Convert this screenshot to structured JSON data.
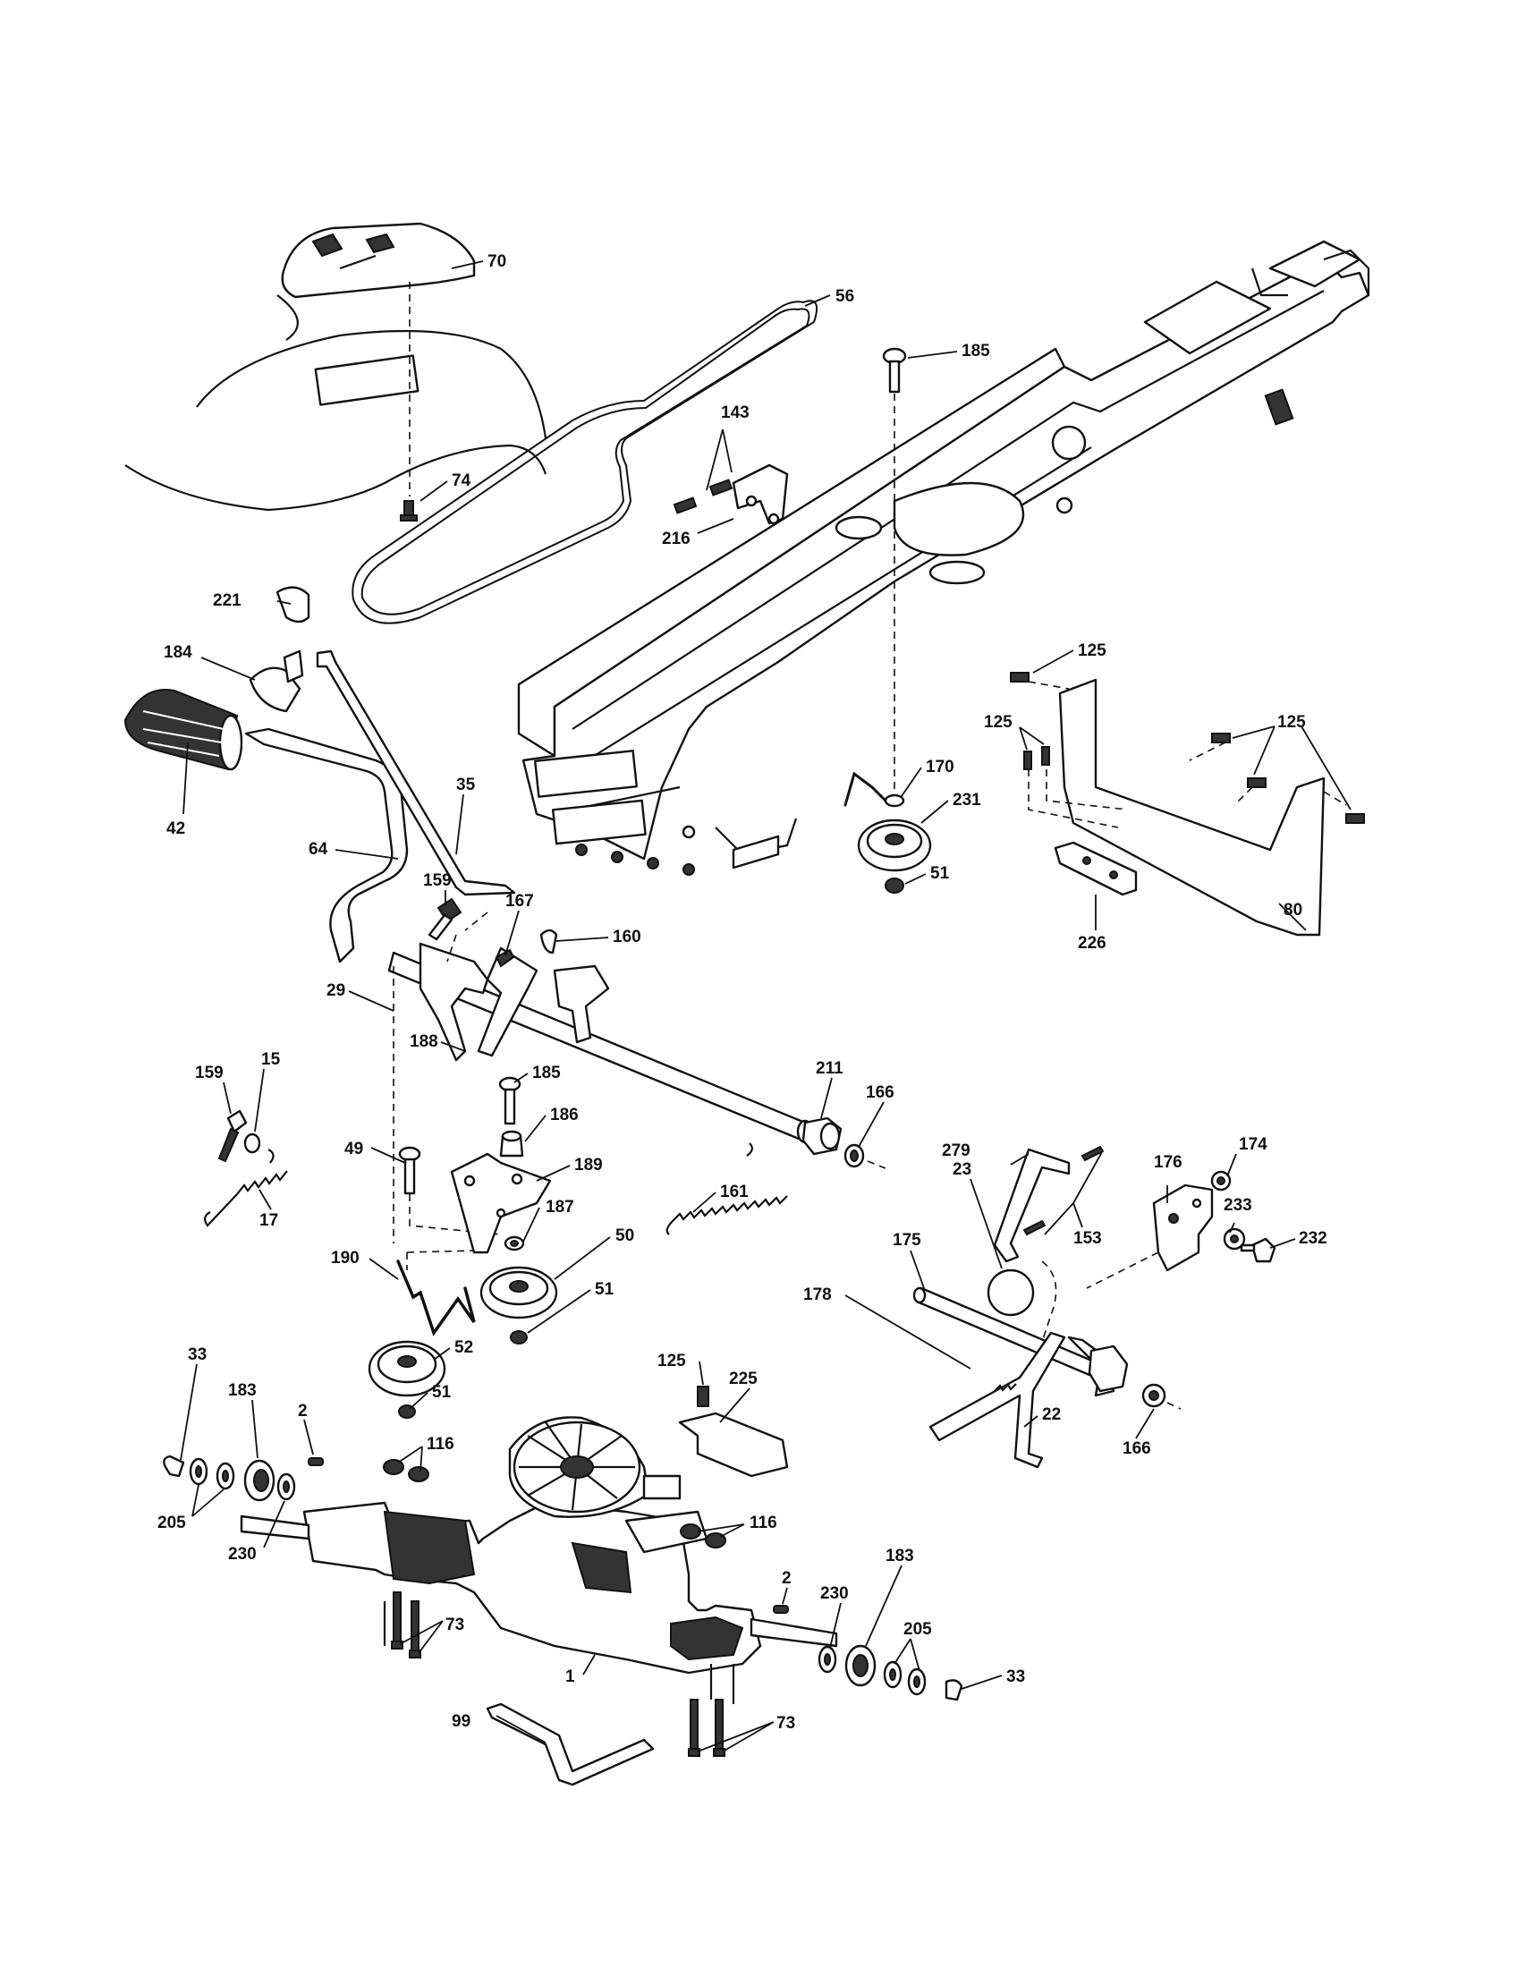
{
  "diagram": {
    "labels": {
      "l70": "70",
      "l56": "56",
      "l185a": "185",
      "l143": "143",
      "l74": "74",
      "l216": "216",
      "l221": "221",
      "l184": "184",
      "l125a": "125",
      "l125b": "125",
      "l125c": "125",
      "l170": "170",
      "l231": "231",
      "l51a": "51",
      "l35": "35",
      "l42": "42",
      "l64": "64",
      "l159a": "159",
      "l167": "167",
      "l160": "160",
      "l80": "80",
      "l226": "226",
      "l29": "29",
      "l188": "188",
      "l185b": "185",
      "l211": "211",
      "l166a": "166",
      "l159b": "159",
      "l15": "15",
      "l186": "186",
      "l49": "49",
      "l189": "189",
      "l279": "279",
      "l174": "174",
      "l176": "176",
      "l17": "17",
      "l187": "187",
      "l161": "161",
      "l23": "23",
      "l153": "153",
      "l233": "233",
      "l232": "232",
      "l50": "50",
      "l190": "190",
      "l175": "175",
      "l51b": "51",
      "l178": "178",
      "l33a": "33",
      "l52": "52",
      "l125d": "125",
      "l225": "225",
      "l183a": "183",
      "l51c": "51",
      "l22": "22",
      "l166b": "166",
      "l2a": "2",
      "l116a": "116",
      "l205a": "205",
      "l230a": "230",
      "l116b": "116",
      "l183b": "183",
      "l2b": "2",
      "l230b": "230",
      "l205b": "205",
      "l73a": "73",
      "l1": "1",
      "l33b": "33",
      "l99": "99",
      "l73b": "73"
    }
  }
}
